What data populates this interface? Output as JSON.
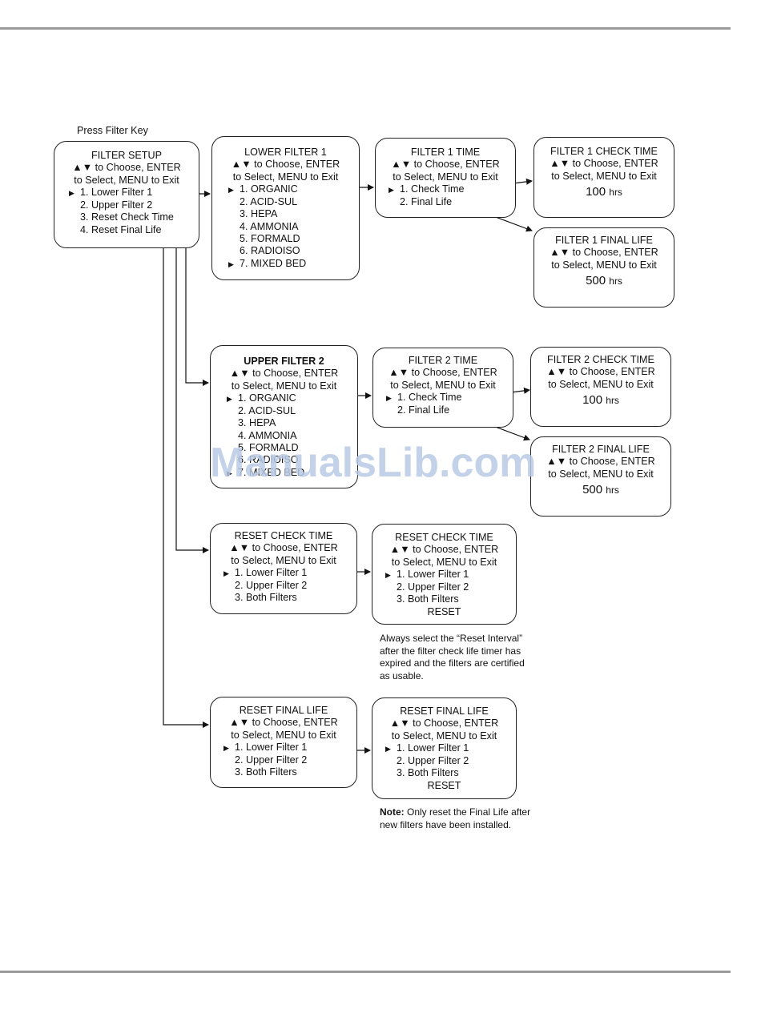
{
  "common": {
    "arrows": "▲▼",
    "choose": "to Choose, ENTER",
    "select": "to Select, MENU to Exit",
    "pointer": "▶"
  },
  "caption": "Press Filter Key",
  "filter_setup": {
    "title": "FILTER SETUP",
    "items": [
      "1. Lower Filter 1",
      "2. Upper Filter 2",
      "3. Reset Check Time",
      "4. Reset Final Life"
    ]
  },
  "lower_filter": {
    "title": "LOWER FILTER 1",
    "items": [
      "1. ORGANIC",
      "2. ACID-SUL",
      "3. HEPA",
      "4. AMMONIA",
      "5. FORMALD",
      "6. RADIOISO",
      "7. MIXED BED"
    ]
  },
  "filter1_time": {
    "title": "FILTER 1 TIME",
    "items": [
      "1. Check Time",
      "2. Final Life"
    ]
  },
  "filter1_check": {
    "title": "FILTER 1 CHECK TIME",
    "value": "100",
    "unit": "hrs"
  },
  "filter1_final": {
    "title": "FILTER 1 FINAL LIFE",
    "value": "500",
    "unit": "hrs"
  },
  "upper_filter": {
    "title": "UPPER FILTER 2",
    "items": [
      "1. ORGANIC",
      "2. ACID-SUL",
      "3. HEPA",
      "4. AMMONIA",
      "5. FORMALD",
      "6. RADIOISO",
      "7. MIXED BED"
    ]
  },
  "filter2_time": {
    "title": "FILTER 2 TIME",
    "items": [
      "1. Check Time",
      "2. Final Life"
    ]
  },
  "filter2_check": {
    "title": "FILTER 2 CHECK TIME",
    "value": "100",
    "unit": "hrs"
  },
  "filter2_final": {
    "title": "FILTER 2 FINAL LIFE",
    "value": "500",
    "unit": "hrs"
  },
  "reset_check_a": {
    "title": "RESET CHECK TIME",
    "items": [
      "1. Lower Filter 1",
      "2. Upper Filter 2",
      "3. Both Filters"
    ]
  },
  "reset_check_b": {
    "title": "RESET CHECK TIME",
    "items": [
      "1. Lower Filter 1",
      "2. Upper Filter 2",
      "3. Both Filters"
    ],
    "reset": "RESET"
  },
  "reset_check_note": "Always select the “Reset Interval” after the filter check life timer has expired and the filters are certified as usable.",
  "reset_final_a": {
    "title": "RESET FINAL LIFE",
    "items": [
      "1. Lower Filter 1",
      "2. Upper Filter 2",
      "3. Both Filters"
    ]
  },
  "reset_final_b": {
    "title": "RESET FINAL LIFE",
    "items": [
      "1. Lower Filter 1",
      "2. Upper Filter 2",
      "3. Both Filters"
    ],
    "reset": "RESET"
  },
  "reset_final_note": {
    "label": "Note:",
    "text": " Only reset the Final Life after new filters have been installed."
  },
  "watermark": "ManualsLib.com"
}
